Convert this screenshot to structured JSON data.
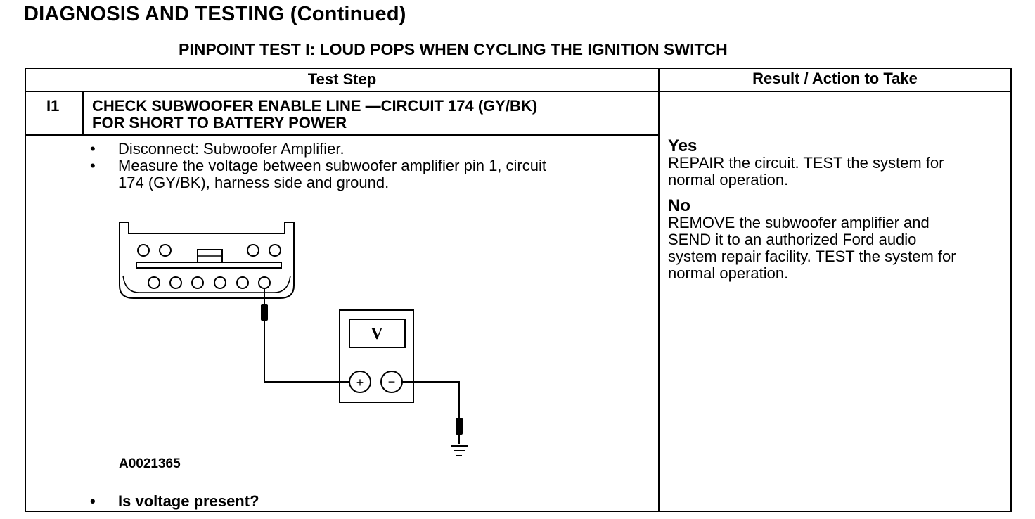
{
  "page_title": "DIAGNOSIS AND TESTING (Continued)",
  "test_title": "PINPOINT TEST I: LOUD POPS WHEN CYCLING THE IGNITION SWITCH",
  "table": {
    "col_test_step": "Test Step",
    "col_result": "Result / Action to Take",
    "step": {
      "id": "I1",
      "heading_line1": "CHECK SUBWOOFER ENABLE LINE —CIRCUIT 174 (GY/BK)",
      "heading_line2": "FOR SHORT TO BATTERY POWER",
      "bullet_symbol": "•",
      "bullet1": "Disconnect: Subwoofer Amplifier.",
      "bullet2_line1": "Measure the voltage between subwoofer amplifier pin 1, circuit",
      "bullet2_line2": "174 (GY/BK), harness side and ground.",
      "figure_id": "A0021365",
      "meter_label": "V",
      "meter_plus": "+",
      "meter_minus": "−",
      "question": "Is voltage present?"
    },
    "results": {
      "yes_label": "Yes",
      "yes_line1": "REPAIR the circuit. TEST the system for",
      "yes_line2": "normal operation.",
      "no_label": "No",
      "no_line1": "REMOVE the subwoofer amplifier and",
      "no_line2": "SEND it to an authorized Ford audio",
      "no_line3": "system repair facility. TEST the system for",
      "no_line4": "normal operation."
    }
  }
}
